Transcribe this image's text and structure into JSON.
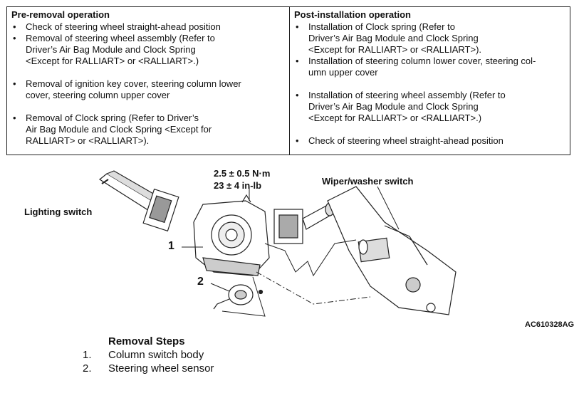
{
  "pre_removal": {
    "heading": "Pre-removal operation",
    "items": [
      "Check of steering wheel straight-ahead position",
      "Removal of steering wheel assembly (Refer to\n          Driver’s Air Bag Module and Clock Spring\n  <Except for RALLIART> or  <RALLIART>.)",
      "Removal of ignition key cover, steering column lower\ncover, steering column upper cover",
      "Removal of Clock spring (Refer to  Driver’s\nAir Bag Module and Clock Spring  <Except for\nRALLIART> or  <RALLIART>)."
    ]
  },
  "post_installation": {
    "heading": "Post-installation operation",
    "items": [
      "Installation of Clock spring (Refer to\nDriver’s Air Bag Module and Clock Spring\n<Except for RALLIART> or  <RALLIART>).",
      "Installation of steering column lower cover, steering col-\numn upper cover",
      "Installation of steering wheel assembly (Refer to\n          Driver’s Air Bag Module and Clock Spring\n<Except for RALLIART> or  <RALLIART>.)",
      "Check of steering wheel straight-ahead position"
    ]
  },
  "diagram": {
    "torque_nm": "2.5 ± 0.5 N·m",
    "torque_inlb": "23 ± 4 in-lb",
    "label_lighting": "Lighting switch",
    "label_wiper": "Wiper/washer switch",
    "callout_1": "1",
    "callout_2": "2",
    "figure_code": "AC610328AG"
  },
  "removal_steps": {
    "title": "Removal Steps",
    "items": [
      {
        "num": "1.",
        "text": "Column switch body"
      },
      {
        "num": "2.",
        "text": "Steering wheel sensor"
      }
    ]
  }
}
